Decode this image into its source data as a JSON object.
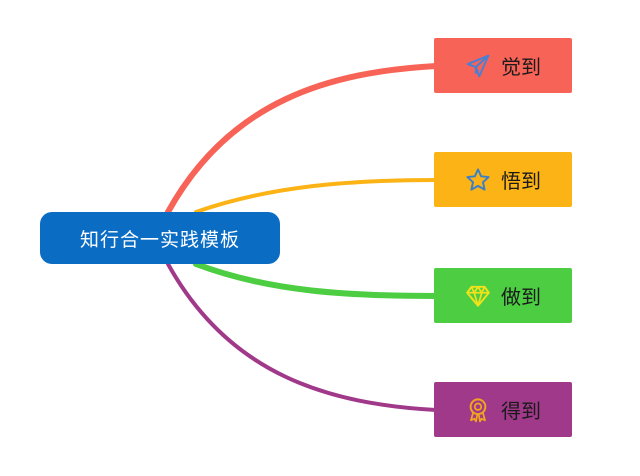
{
  "root": {
    "label": "知行合一实践模板",
    "color": "#0b6cc4"
  },
  "branches": [
    {
      "label": "觉到",
      "icon": "paper-plane-icon",
      "color": "#f76356",
      "line_color": "#f76356",
      "icon_color": "#4a7fd4"
    },
    {
      "label": "悟到",
      "icon": "star-icon",
      "color": "#fcb315",
      "line_color": "#fcb315",
      "icon_color": "#3a7fc8"
    },
    {
      "label": "做到",
      "icon": "diamond-icon",
      "color": "#4ccd42",
      "line_color": "#4ccd42",
      "icon_color": "#f2e21a"
    },
    {
      "label": "得到",
      "icon": "award-ribbon-icon",
      "color": "#a0398a",
      "line_color": "#a0398a",
      "icon_color": "#f2a51e"
    }
  ]
}
